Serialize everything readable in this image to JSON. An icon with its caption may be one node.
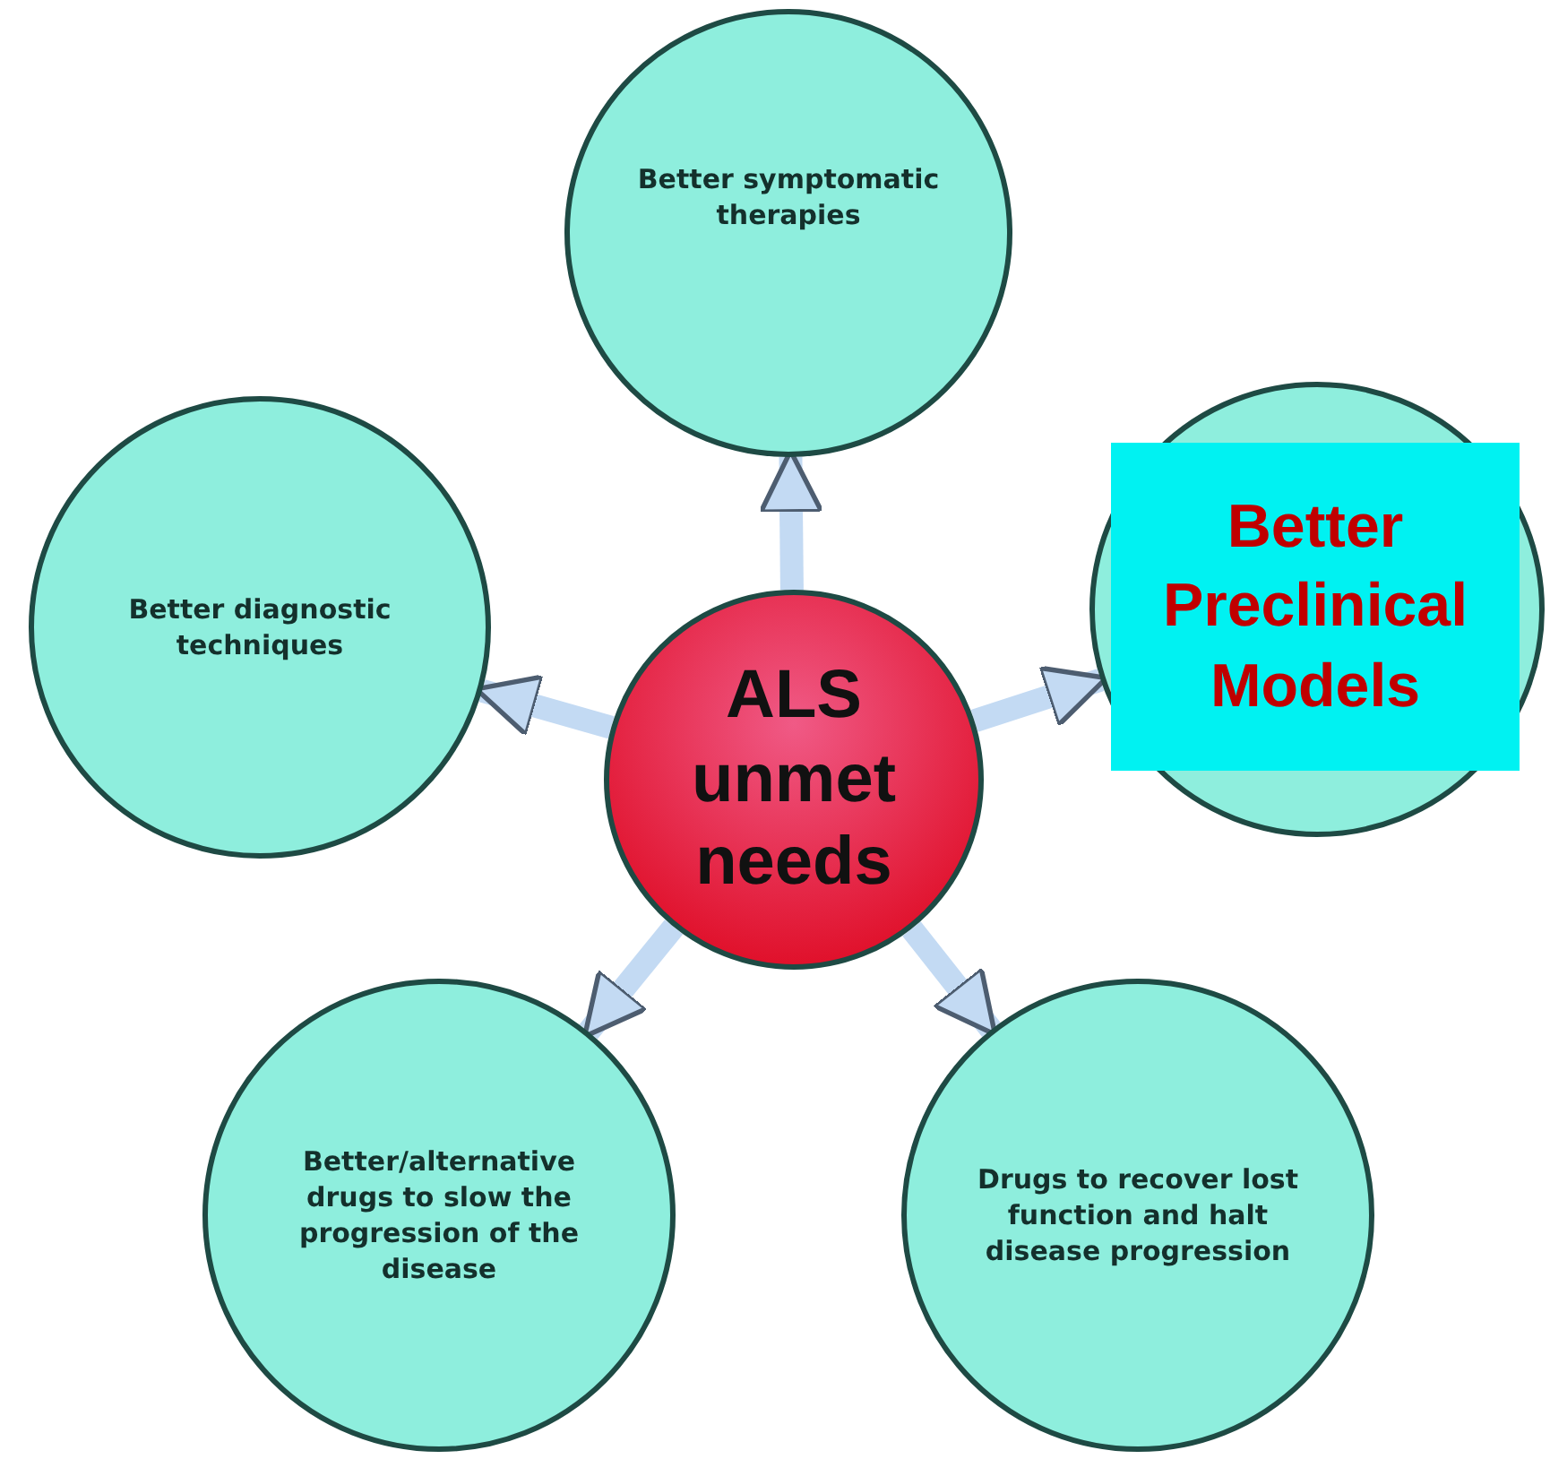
{
  "diagram": {
    "nodes": [
      {
        "text": [
          "ALS unmet needs"
        ]
      },
      {
        "text": [
          "Better symptomatic therapies"
        ]
      },
      {
        "text": [],
        "shape": "circle"
      },
      {
        "text": [
          "Drugs to recover lost function and halt disease progression"
        ]
      },
      {
        "text": [
          "Better/alternative drugs to slow the progression of the disease"
        ]
      },
      {
        "text": [
          "Better diagnostic techniques"
        ]
      },
      {
        "text": [
          "Better Preclinical Models"
        ],
        "in": 2
      }
    ],
    "edges": [
      {
        "from": 0,
        "to": 1,
        "arrow": "to"
      },
      {
        "from": 0,
        "to": 2,
        "arrow": "to"
      },
      {
        "from": 0,
        "to": 3,
        "arrow": "to"
      },
      {
        "from": 0,
        "to": 4,
        "arrow": "to"
      },
      {
        "from": 0,
        "to": 5,
        "arrow": "to"
      }
    ]
  }
}
